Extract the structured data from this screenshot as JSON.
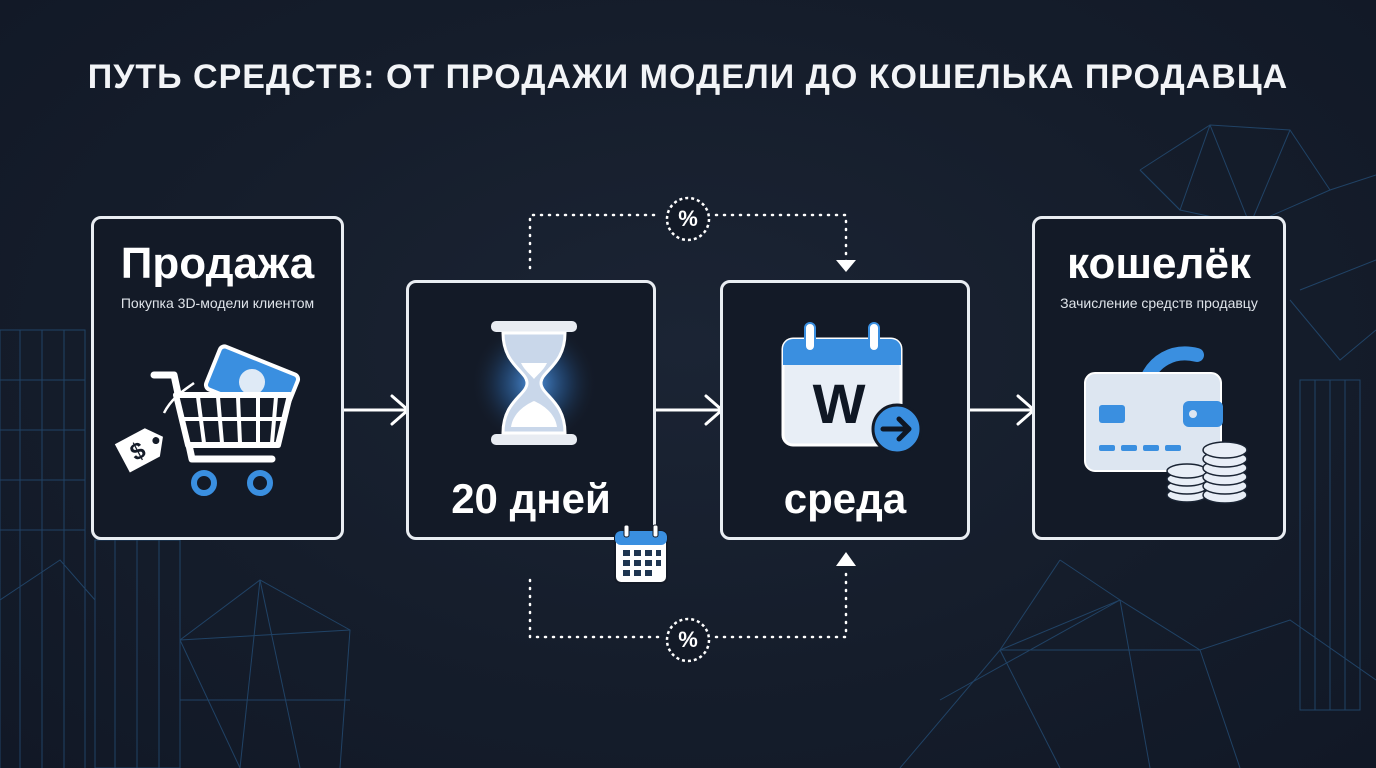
{
  "title": "ПУТЬ СРЕДСТВ: ОТ ПРОДАЖИ МОДЕЛИ ДО КОШЕЛЬКА ПРОДАВЦА",
  "steps": {
    "sale": {
      "title": "Продажа",
      "subtitle": "Покупка 3D-модели клиентом",
      "icon": "shopping-cart-icon"
    },
    "wait": {
      "label": "20 дней",
      "icon": "hourglass-icon"
    },
    "wed": {
      "label": "среда",
      "icon": "calendar-wednesday-icon",
      "calendar_letter": "W"
    },
    "wallet": {
      "title": "кошелёк",
      "subtitle": "Зачисление средств продавцу",
      "icon": "wallet-card-icon"
    }
  },
  "fee_symbol": "%",
  "price_tag_symbol": "$",
  "colors": {
    "background": "#141c2a",
    "accent": "#3a8fe0",
    "box_border": "#e9edf2",
    "text": "#ffffff"
  }
}
